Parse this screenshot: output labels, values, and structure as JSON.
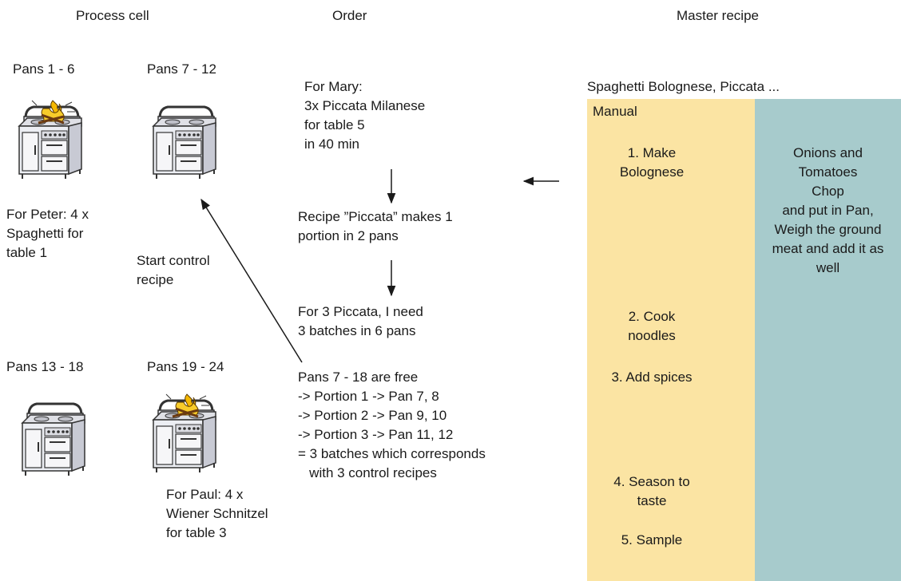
{
  "headers": {
    "process_cell": "Process cell",
    "order": "Order",
    "master_recipe": "Master recipe"
  },
  "cells": {
    "pans_1_6": "Pans 1 - 6",
    "pans_7_12": "Pans 7 - 12",
    "pans_13_18": "Pans 13 - 18",
    "pans_19_24": "Pans 19 - 24",
    "peter_note": "For Peter: 4 x\nSpaghetti for\ntable 1",
    "paul_note": "For Paul: 4 x\nWiener Schnitzel\nfor table 3",
    "start_control": "Start control\nrecipe"
  },
  "order": {
    "mary": "For Mary:\n3x Piccata Milanese\nfor table 5\nin 40 min",
    "recipe_piccata": "Recipe ”Piccata” makes 1\nportion in 2 pans",
    "need": "For 3 Piccata, I need\n3 batches in 6 pans",
    "pans_free": "Pans 7 - 18 are free\n-> Portion 1 -> Pan 7, 8\n-> Portion 2 -> Pan 9, 10\n-> Portion 3 -> Pan 11, 12\n= 3 batches which corresponds\n   with 3 control recipes"
  },
  "master": {
    "title": "Spaghetti Bolognese, Piccata ...",
    "manual": "Manual",
    "steps": [
      "1. Make\nBolognese",
      "2. Cook\nnoodles",
      "3. Add spices",
      "4. Season to\ntaste",
      "5. Sample"
    ],
    "details": "Onions and\nTomatoes\nChop\nand put in Pan,\nWeigh the ground\nmeat and add it as\nwell"
  },
  "icons": {
    "stove": "stove-icon",
    "flame": "flame-icon"
  },
  "colors": {
    "manual_panel": "#fbe4a3",
    "detail_panel": "#a7cbcc",
    "flame": "#f5b800"
  }
}
